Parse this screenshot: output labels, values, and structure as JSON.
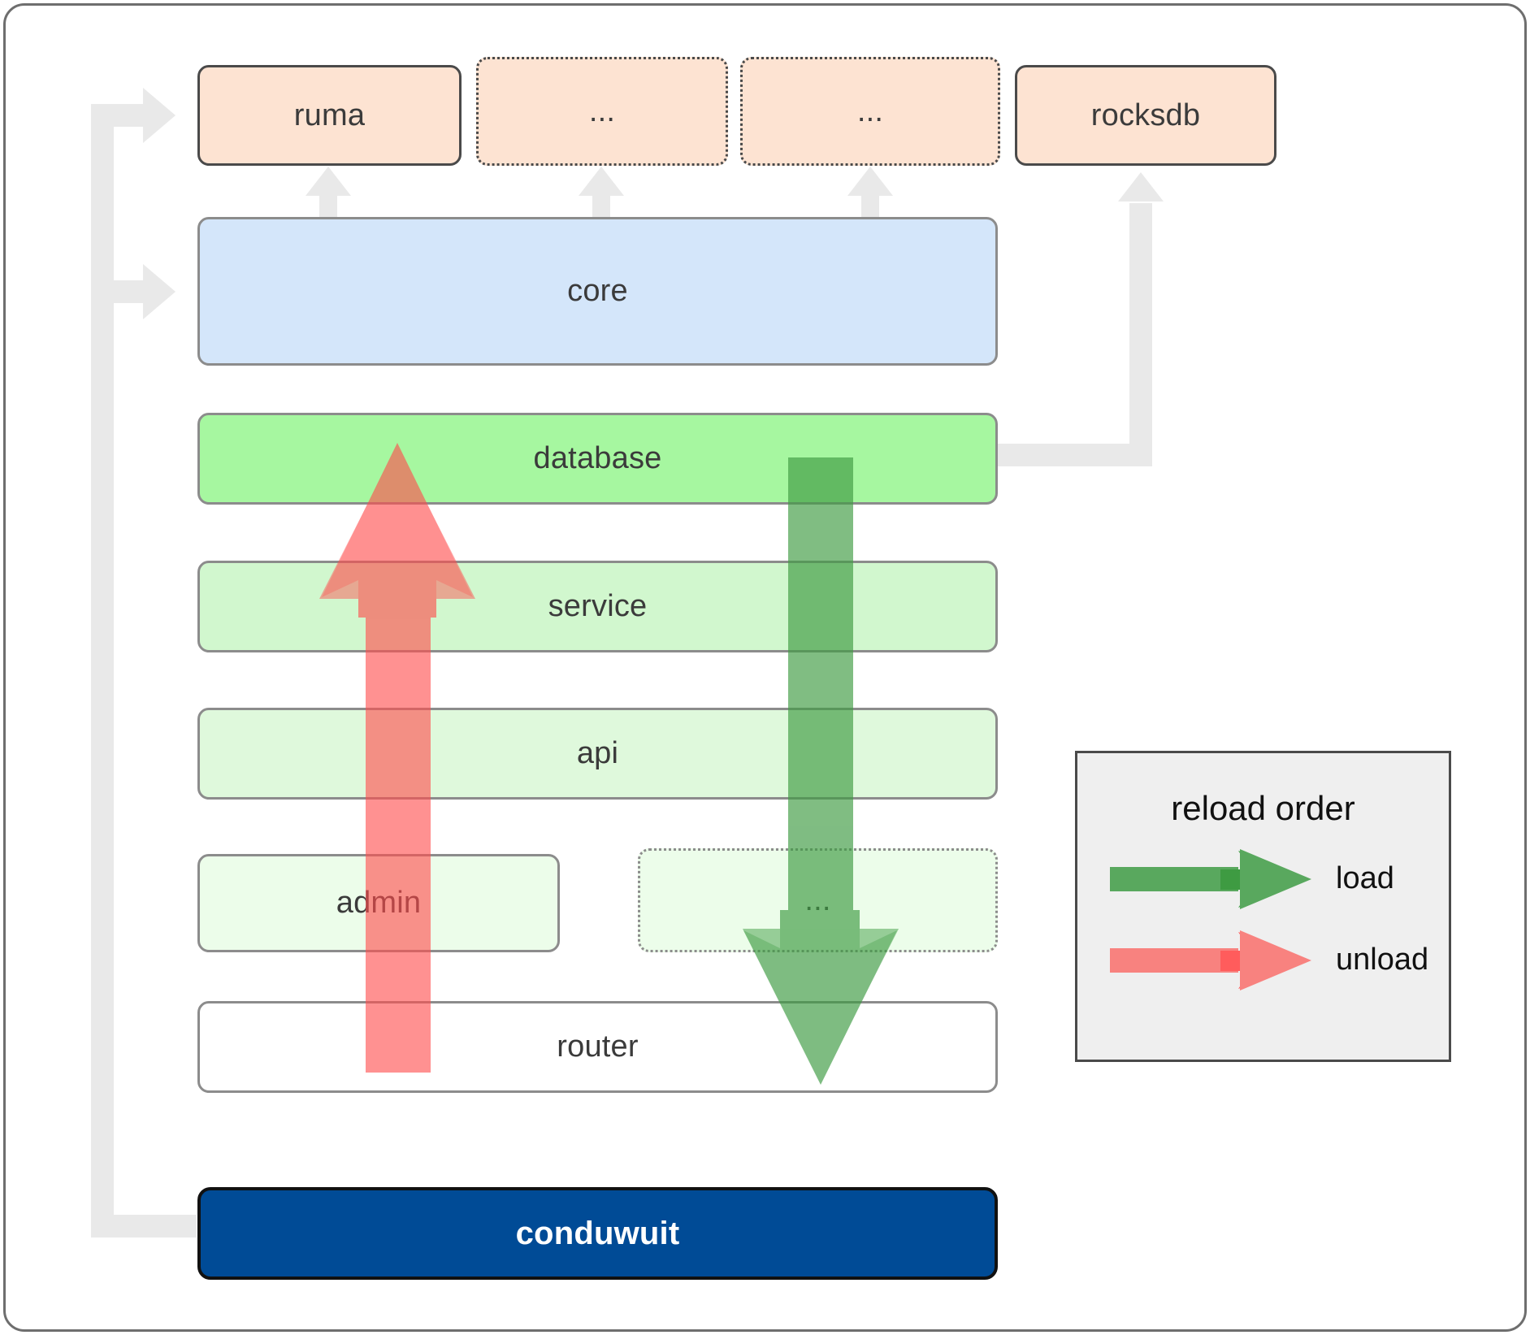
{
  "diagram": {
    "title": "conduwuit crate / reload order architecture",
    "top_row": [
      {
        "label": "ruma",
        "style": "solid"
      },
      {
        "label": "...",
        "style": "dotted"
      },
      {
        "label": "...",
        "style": "dotted"
      },
      {
        "label": "rocksdb",
        "style": "solid"
      }
    ],
    "stack": [
      {
        "label": "core",
        "fill": "#d4e6fa"
      },
      {
        "label": "database",
        "fill": "#a6f7a0"
      },
      {
        "label": "service",
        "fill": "#d1f7ce"
      },
      {
        "label": "api",
        "fill": "#dff9dc"
      }
    ],
    "row_admin": [
      {
        "label": "admin",
        "fill": "#ecfdea",
        "style": "solid"
      },
      {
        "label": "...",
        "fill": "#ecfdea",
        "style": "dotted"
      }
    ],
    "router": {
      "label": "router",
      "fill": "#ffffff"
    },
    "binary": {
      "label": "conduwuit",
      "fill": "#004b96",
      "text_color": "#ffffff"
    }
  },
  "legend": {
    "title": "reload order",
    "entries": [
      {
        "label": "load",
        "color": "#4CAF50"
      },
      {
        "label": "unload",
        "color": "#F8827F"
      }
    ]
  },
  "colors": {
    "peach": "#fde3d2",
    "blue": "#d4e6fa",
    "green_strong": "#a6f7a0",
    "green_mid": "#d1f7ce",
    "green_light": "#dff9dc",
    "green_pale": "#ecfdea",
    "navy": "#004b96",
    "connector_grey": "#e9e9e9",
    "legend_bg": "#efefef",
    "border_dark": "#4a4a4a",
    "border_grey": "#8c8c8c"
  }
}
